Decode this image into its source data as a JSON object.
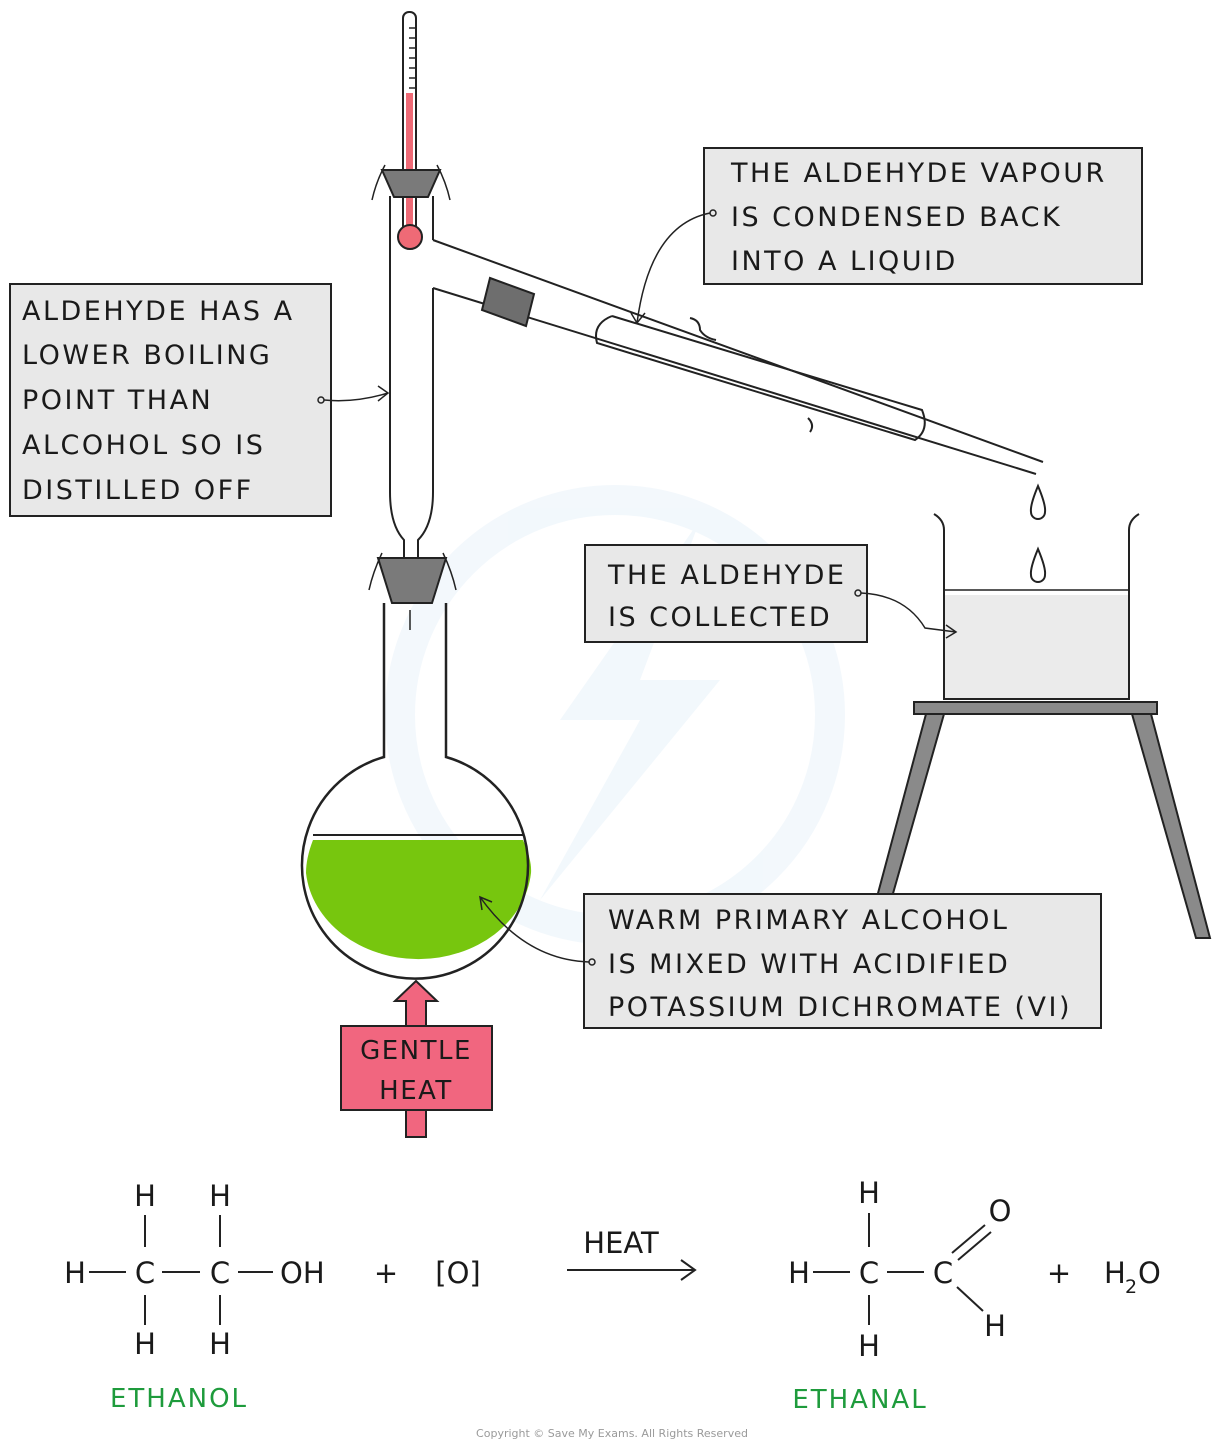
{
  "labels": {
    "aldehyde_boiling": [
      "ALDEHYDE  HAS A",
      "LOWER  BOILING",
      "POINT  THAN",
      "ALCOHOL  SO IS",
      "DISTILLED  OFF"
    ],
    "vapour_condensed": [
      "THE  ALDEHYDE  VAPOUR",
      "IS  CONDENSED  BACK",
      "INTO  A  LIQUID"
    ],
    "aldehyde_collected": [
      "THE  ALDEHYDE",
      "IS  COLLECTED"
    ],
    "warm_alcohol": [
      "WARM  PRIMARY ALCOHOL",
      "IS MIXED  WITH  ACIDIFIED",
      "POTASSIUM  DICHROMATE  (VI)"
    ],
    "gentle_heat": [
      "GENTLE",
      "HEAT"
    ]
  },
  "equation": {
    "ethanol_atoms": {
      "h": "H",
      "c": "C",
      "oh": "OH"
    },
    "plus": "+",
    "oxidant": "[O]",
    "arrow_label": "HEAT",
    "ethanal_atoms": {
      "h": "H",
      "c": "C",
      "o": "O"
    },
    "water_main": "H",
    "water_sub": "2",
    "water_end": "O",
    "ethanol_name": "ETHANOL",
    "ethanal_name": "ETHANAL"
  },
  "copyright": "Copyright © Save My Exams. All Rights Reserved",
  "colors": {
    "liquid_green": "#77c60e",
    "thermometer_red": "#ef6a76",
    "heat_pink": "#f1667f",
    "label_box": "#e8e8e8",
    "stopper_grey": "#7a7a7a",
    "stand_grey": "#8a8a8a",
    "text_green": "#1e9b3c"
  }
}
